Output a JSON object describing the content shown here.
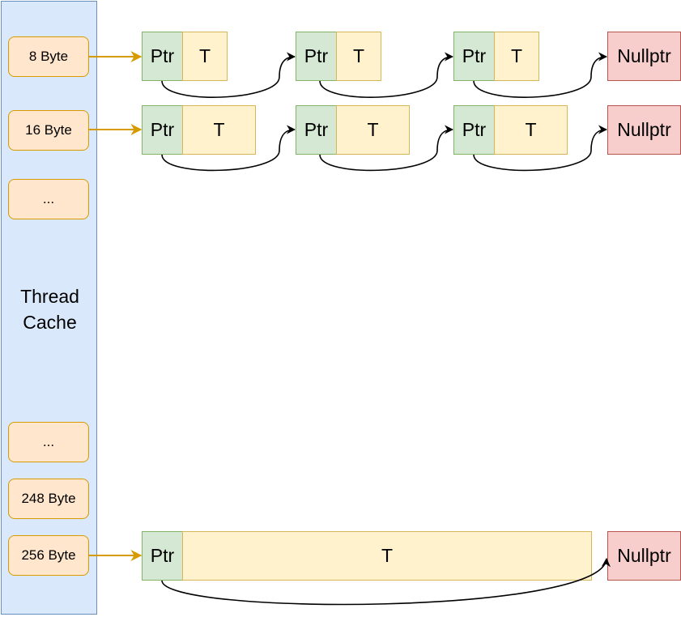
{
  "thread_cache": {
    "title_line1": "Thread",
    "title_line2": "Cache",
    "slots": [
      "8 Byte",
      "16 Byte",
      "...",
      "...",
      "248 Byte",
      "256 Byte"
    ]
  },
  "lists": {
    "row_8": {
      "nodes": [
        {
          "ptr": "Ptr",
          "t": "T"
        },
        {
          "ptr": "Ptr",
          "t": "T"
        },
        {
          "ptr": "Ptr",
          "t": "T"
        }
      ],
      "terminal": "Nullptr"
    },
    "row_16": {
      "nodes": [
        {
          "ptr": "Ptr",
          "t": "T"
        },
        {
          "ptr": "Ptr",
          "t": "T"
        },
        {
          "ptr": "Ptr",
          "t": "T"
        }
      ],
      "terminal": "Nullptr"
    },
    "row_256": {
      "nodes": [
        {
          "ptr": "Ptr",
          "t": "T"
        }
      ],
      "terminal": "Nullptr"
    }
  },
  "colors": {
    "cache_fill": "#dae8fc",
    "slot_fill": "#ffe6cc",
    "ptr_fill": "#d5e8d4",
    "data_fill": "#fff2cc",
    "null_fill": "#f8cecc",
    "head_arrow": "#d79b00",
    "link_arrow": "#000000"
  }
}
